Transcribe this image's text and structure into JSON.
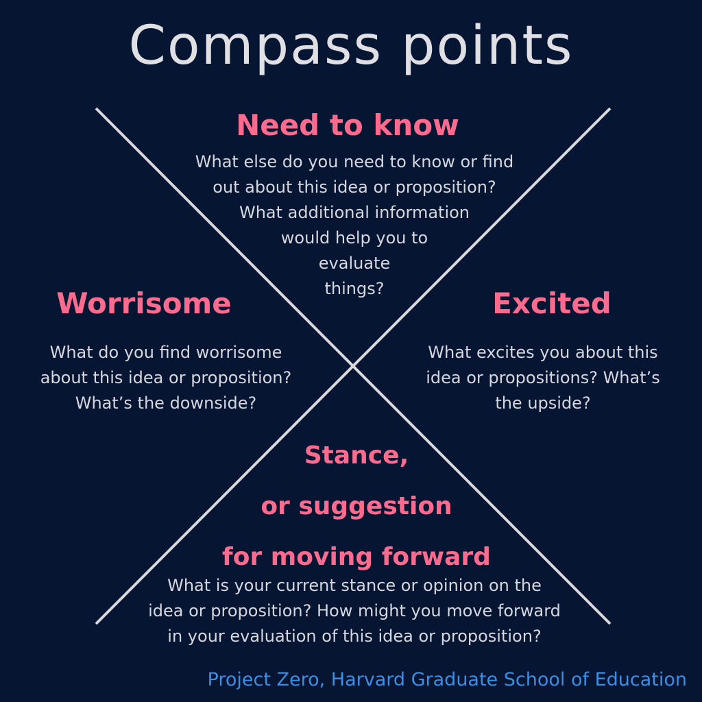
{
  "title": "Compass points",
  "sections": {
    "north": {
      "heading": "Need to know",
      "lines": [
        "What else do you need to know or find",
        "out about this idea or proposition?",
        "What additional information",
        "would help you to",
        "evaluate",
        "things?"
      ]
    },
    "west": {
      "heading": "Worrisome",
      "lines": [
        "What do you find worrisome",
        "about this idea or proposition?",
        "What’s the downside?"
      ]
    },
    "east": {
      "heading": "Excited",
      "lines": [
        "What excites you about this",
        "idea or propositions? What’s",
        "the upside?"
      ]
    },
    "south": {
      "heading_lines": [
        "Stance,",
        "or suggestion",
        "for moving forward"
      ],
      "lines": [
        "What is your current stance or opinion on the",
        "idea or proposition? How might you move forward",
        "in your evaluation of this idea or proposition?"
      ]
    }
  },
  "footer": "Project Zero, Harvard Graduate School of Education",
  "colors": {
    "background": "#061532",
    "heading": "#ff6b8e",
    "text": "#d6d7df",
    "footer": "#3a8ee6"
  }
}
